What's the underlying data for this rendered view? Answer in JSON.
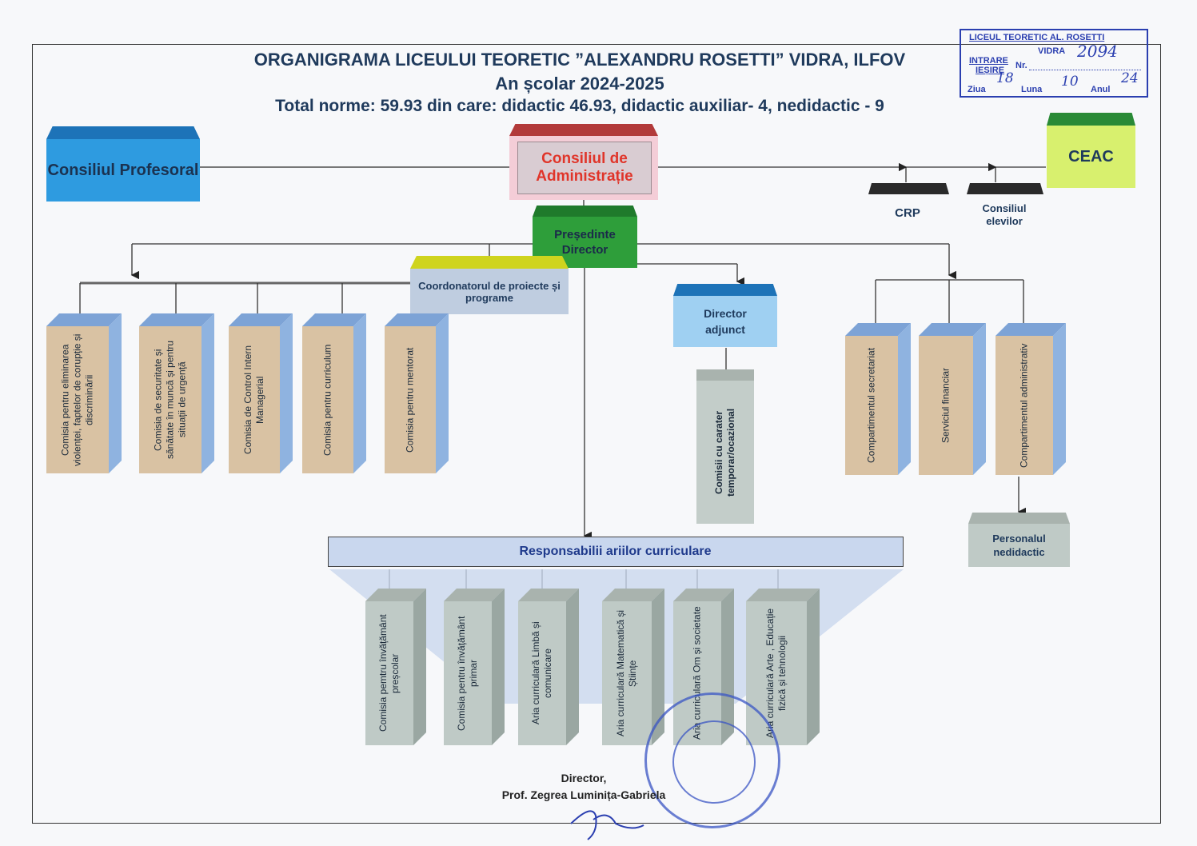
{
  "header": {
    "title": "ORGANIGRAMA LICEULUI TEORETIC ”ALEXANDRU ROSETTI” VIDRA, ILFOV",
    "year": "An școlar 2024-2025",
    "norms": "Total norme: 59.93 din care: didactic 46.93, didactic auxiliar- 4, nedidactic - 9"
  },
  "stamp": {
    "school": "LICEUL TEORETIC AL. ROSETTI",
    "town": "VIDRA",
    "number": "2094",
    "in": "INTRARE",
    "out": "IEȘIRE",
    "nr_label": "Nr.",
    "day_label": "Ziua",
    "day": "18",
    "month_label": "Luna",
    "month": "10",
    "year_label": "Anul",
    "year": "24"
  },
  "nodes": {
    "consiliul_profesoral": "Consiliul Profesoral",
    "consiliul_administratie": "Consiliul de Administrație",
    "ceac": "CEAC",
    "crp": "CRP",
    "consiliul_elevilor": "Consiliul elevilor",
    "presedinte": "Președinte Director",
    "coordonator": "Coordonatorul de proiecte și programe",
    "director_adjunct": "Director adjunct",
    "comisii_temporare": "Comisii cu carater temporar/ocazional",
    "personal_nedidactic": "Personalul nedidactic",
    "responsabili": "Responsabilii ariilor curriculare"
  },
  "commissions": [
    "Comisia pentru eliminarea violenței, faptelor de corupție și discriminării",
    "Comisia de securitate și sănătate în muncă și pentru situații de urgență",
    "Comisia de Control Intern Managerial",
    "Comisia pentru curriculum",
    "Comisia pentru mentorat"
  ],
  "departments": [
    "Compartimentul secretariat",
    "Serviciul financiar",
    "Compartimentul administrativ"
  ],
  "areas": [
    "Comisia pemtru învățământ preșcolar",
    "Comisia pentru învățământ primar",
    "Aria curriculară Limbă și comunicare",
    "Aria curriculară Matematică și Științe",
    "Aria curriculară Om și societate",
    "Aria curriculară Arte , Educație fizică și tehnologii"
  ],
  "signature": {
    "role": "Director,",
    "name": "Prof. Zegrea Luminița-Gabriela"
  },
  "colors": {
    "blue_box": "#2e9be0",
    "green_box": "#2e9e3a",
    "pink_box": "#f4cdd7",
    "lime_box": "#d8f06e",
    "tan_box": "#d9c2a3",
    "gray_box": "#bfcac6",
    "stamp_blue": "#2b3fb0"
  }
}
